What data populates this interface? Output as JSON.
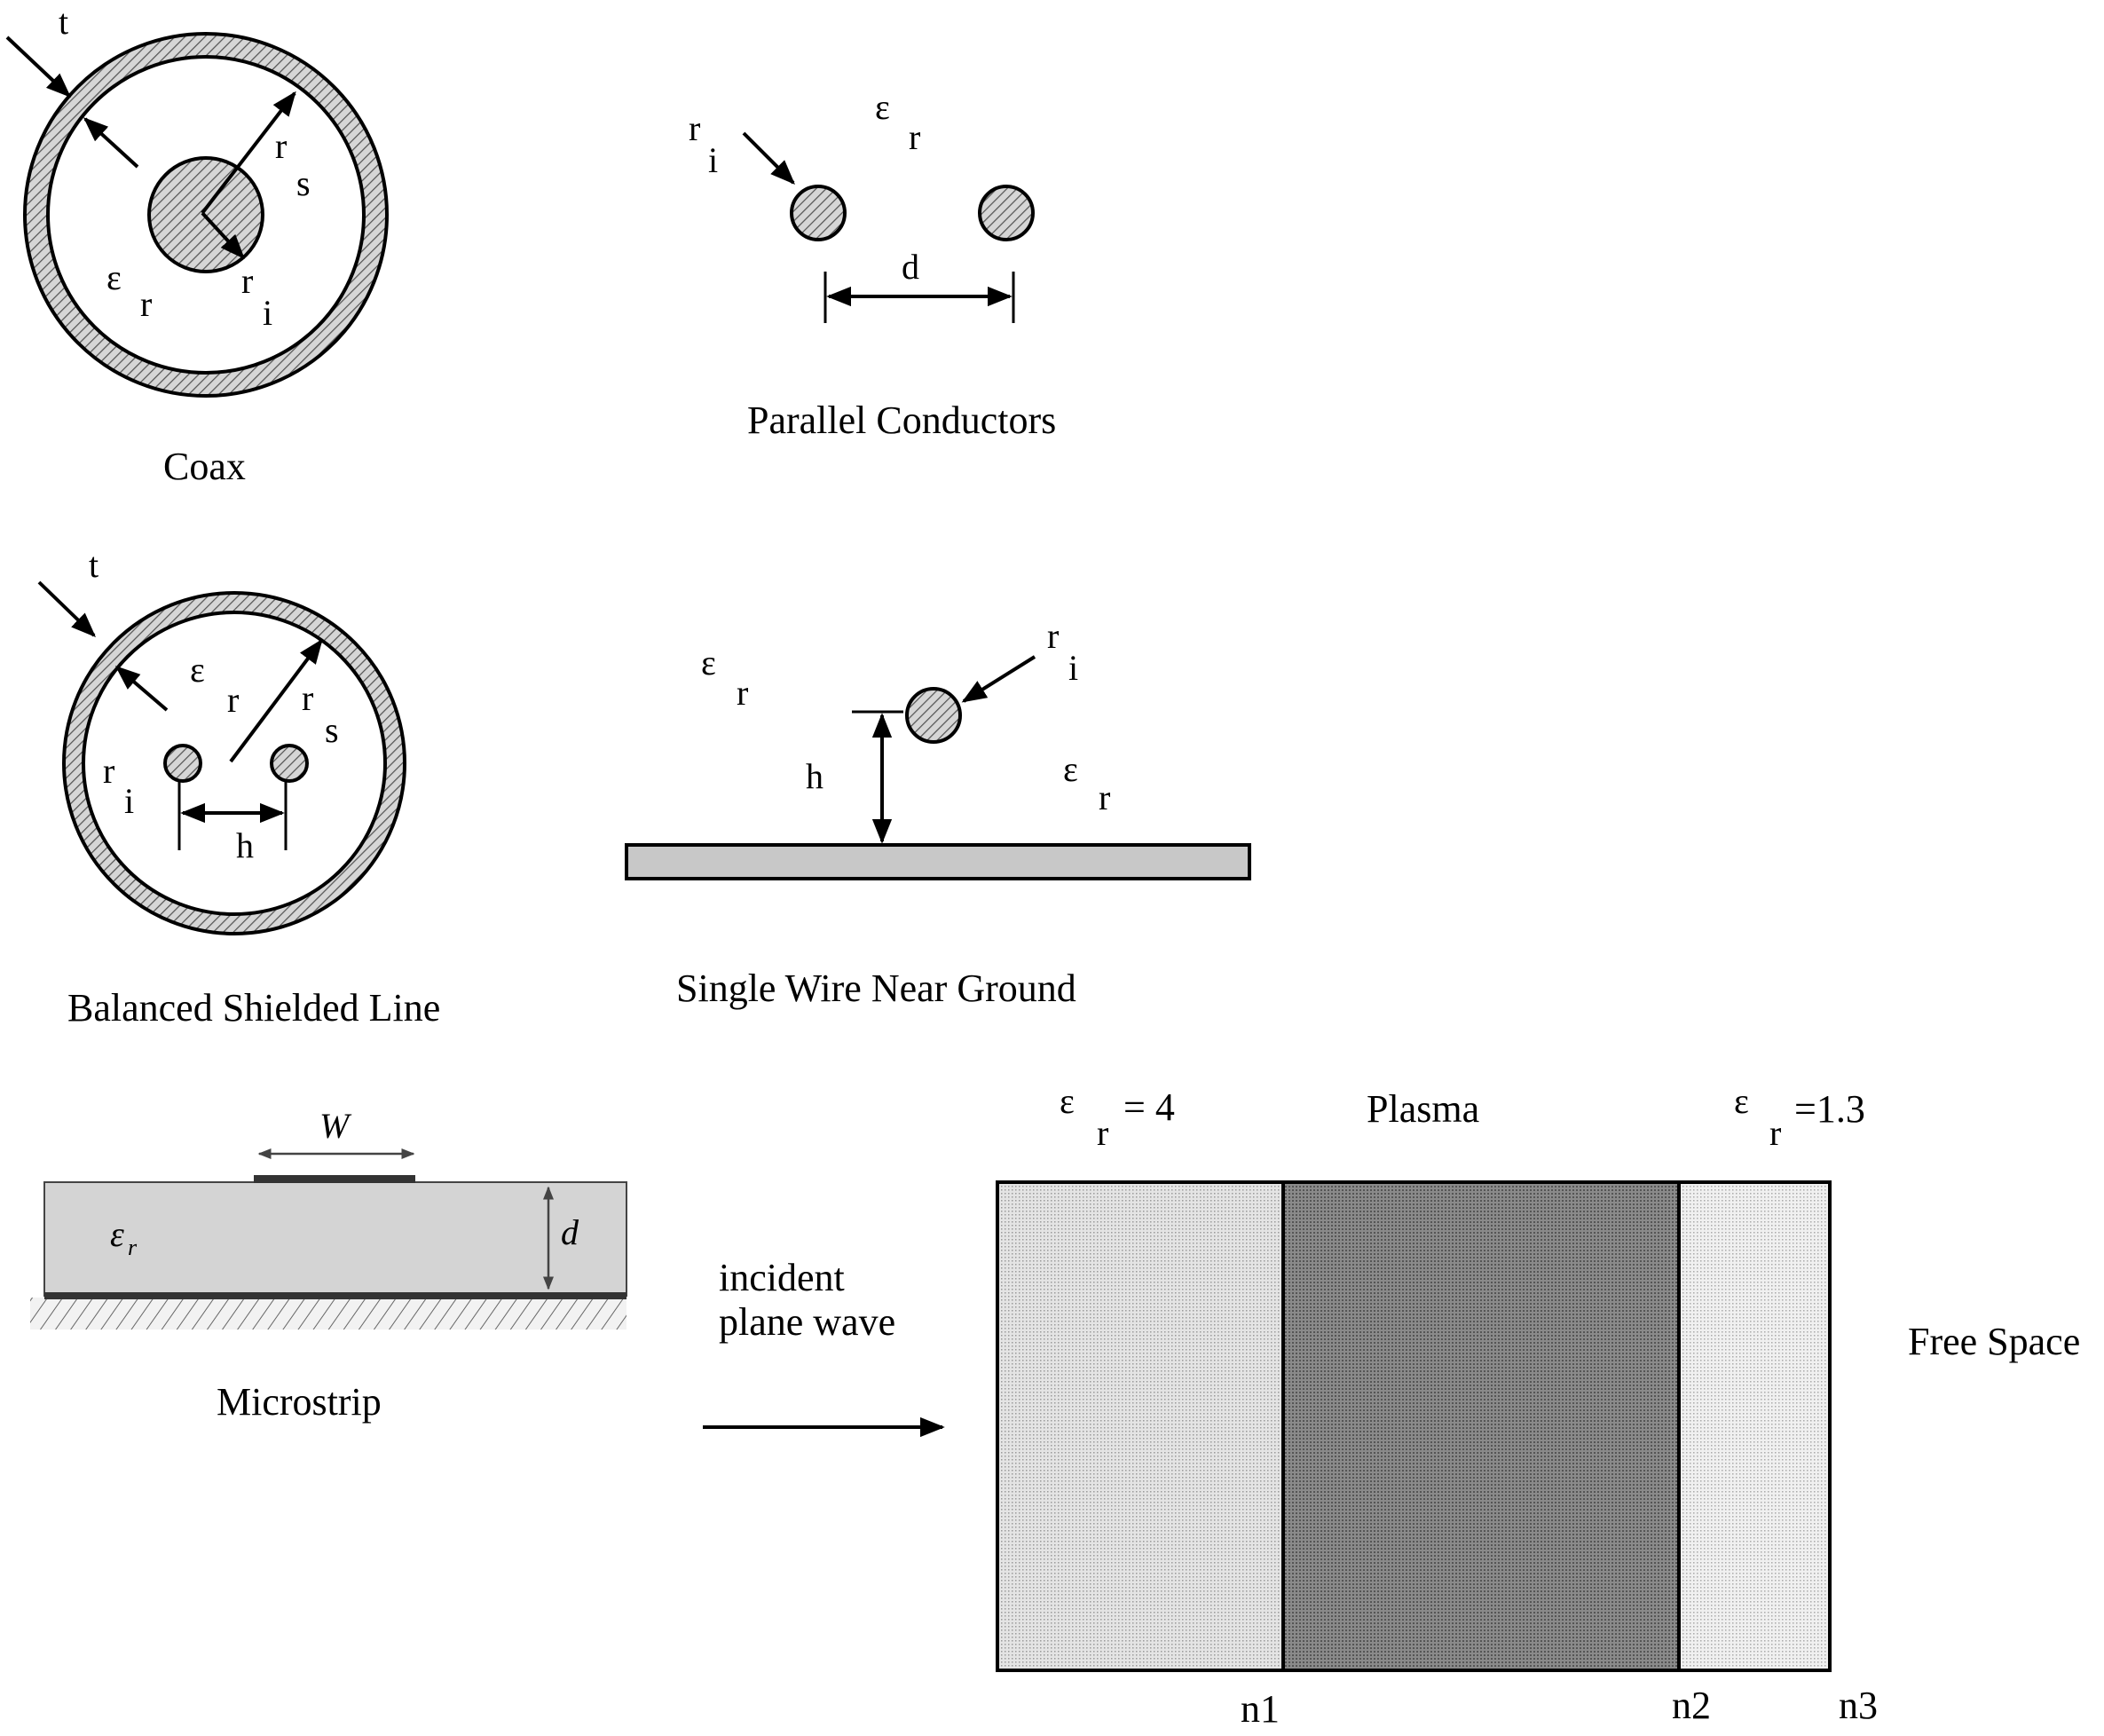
{
  "coax": {
    "caption": "Coax",
    "t": "t",
    "rs": "r",
    "rs_sub": "s",
    "ri": "r",
    "ri_sub": "i",
    "er": "ε",
    "er_sub": "r"
  },
  "parallel": {
    "caption": "Parallel Conductors",
    "ri": "r",
    "ri_sub": "i",
    "er": "ε",
    "er_sub": "r",
    "d": "d"
  },
  "balanced": {
    "caption": "Balanced Shielded Line",
    "t": "t",
    "er": "ε",
    "er_sub": "r",
    "rs": "r",
    "rs_sub": "s",
    "ri": "r",
    "ri_sub": "i",
    "h": "h"
  },
  "single_wire": {
    "caption": "Single Wire Near Ground",
    "er1": "ε",
    "er1_sub": "r",
    "ri": "r",
    "ri_sub": "i",
    "h": "h",
    "er2": "ε",
    "er2_sub": "r"
  },
  "microstrip": {
    "caption": "Microstrip",
    "w": "W",
    "er": "ε",
    "er_sub": "r",
    "d": "d"
  },
  "layers": {
    "incident1": "incident",
    "incident2": "plane wave",
    "left_er": "ε",
    "left_er_sub": "r",
    "left_val": "= 4",
    "plasma": "Plasma",
    "right_er": "ε",
    "right_er_sub": "r",
    "right_val": "=1.3",
    "free_space": "Free Space",
    "n1": "n1",
    "n2": "n2",
    "n3": "n3"
  }
}
